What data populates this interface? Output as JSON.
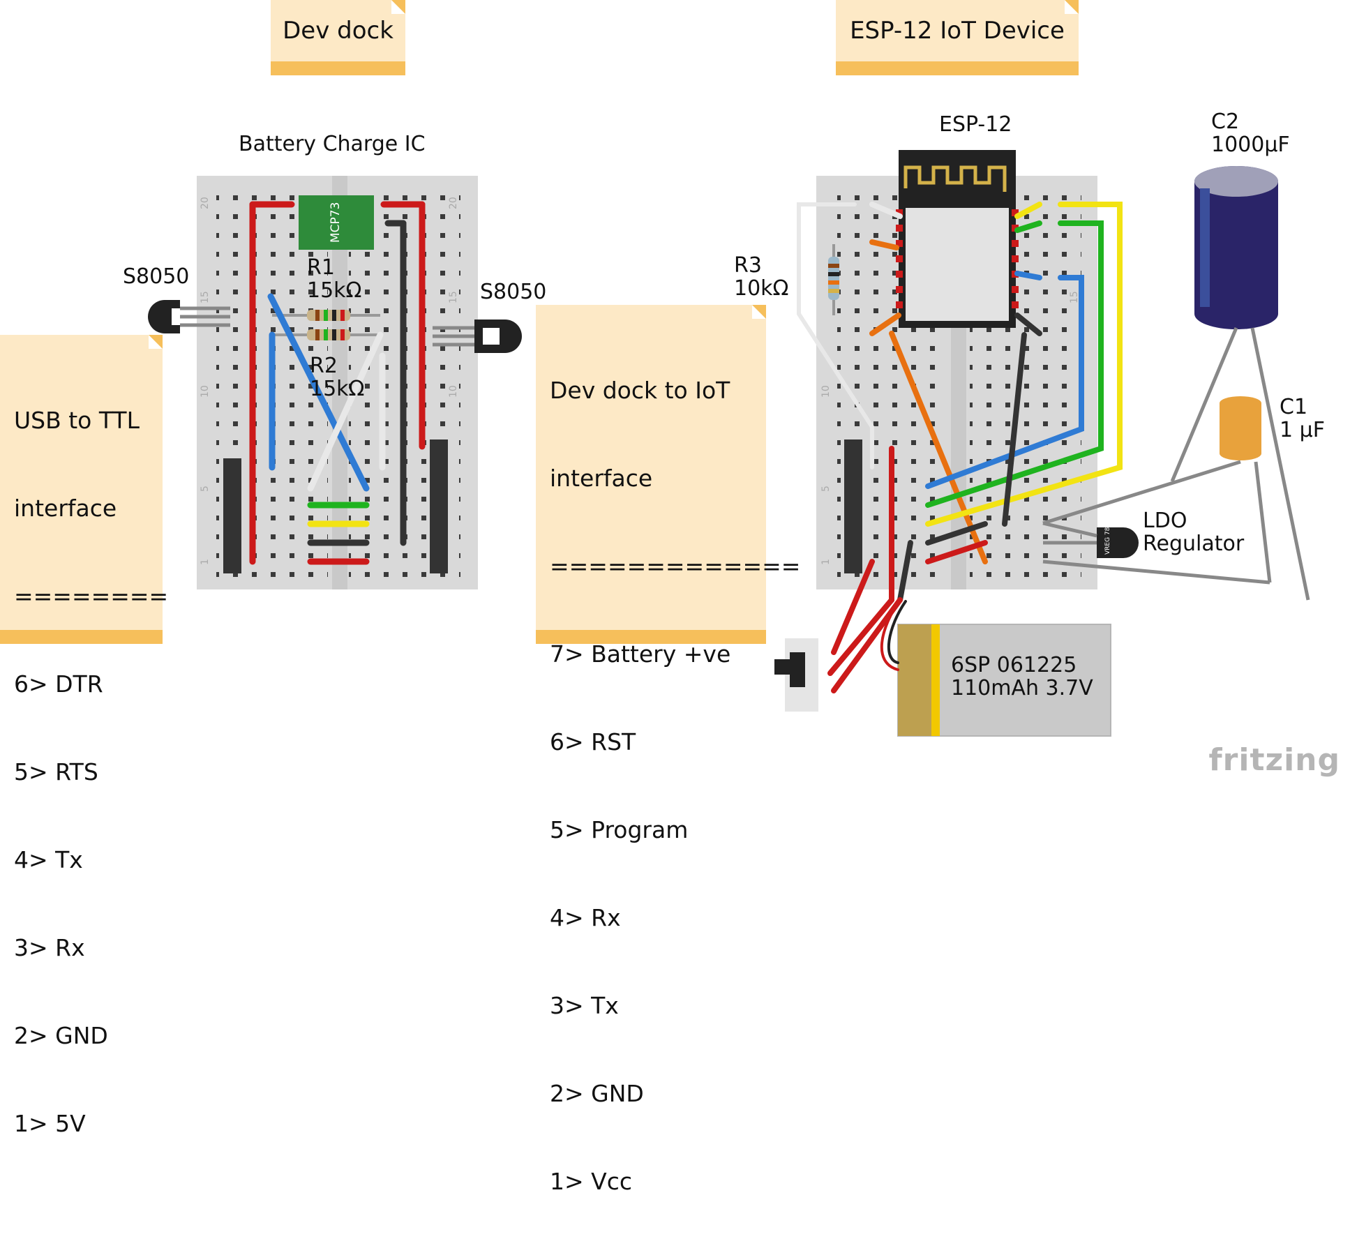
{
  "notes": {
    "dev_dock": "Dev dock",
    "esp_device": "ESP-12 IoT Device",
    "usb_ttl": [
      "USB to TTL",
      "interface",
      "========",
      "6> DTR",
      "5> RTS",
      "4> Tx",
      "3> Rx",
      "2> GND",
      "1> 5V"
    ],
    "dock_iot": [
      "Dev dock to IoT",
      "interface",
      "=============",
      "7> Battery +ve",
      "6> RST",
      "5> Program",
      "4> Rx",
      "3> Tx",
      "2> GND",
      "1> Vcc"
    ]
  },
  "labels": {
    "battery_charge_ic": "Battery Charge IC",
    "s8050_left": "S8050",
    "s8050_right": "S8050",
    "r1_name": "R1",
    "r1_value": "15kΩ",
    "r2_name": "R2",
    "r2_value": "15kΩ",
    "esp12": "ESP-12",
    "r3_name": "R3",
    "r3_value": "10kΩ",
    "c2_name": "C2",
    "c2_value": "1000µF",
    "c1_name": "C1",
    "c1_value": "1 µF",
    "ldo_line1": "LDO",
    "ldo_line2": "Regulator",
    "battery_line1": "6SP 061225",
    "battery_line2": "110mAh 3.7V",
    "ic_text": "MCP73",
    "regulator_text": "VREG 78xx",
    "brand": "fritzing"
  },
  "colors": {
    "red_wire": "#cc1a1a",
    "blue_wire": "#2f7bd4",
    "green_wire": "#1fb31f",
    "yellow_wire": "#f2e313",
    "black_wire": "#333333",
    "white_wire": "#e8e8e8",
    "orange_wire": "#e87010",
    "breadboard": "#d9d9d9",
    "note_fill": "#fde9c6",
    "note_band": "#f6bf5b"
  }
}
